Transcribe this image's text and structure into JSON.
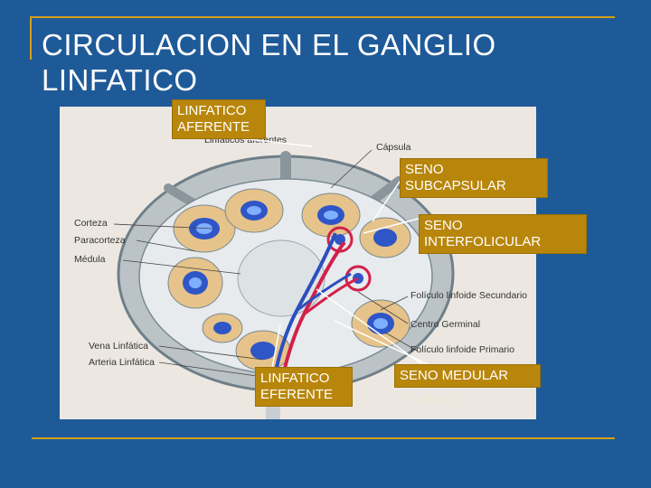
{
  "title": "CIRCULACION EN EL GANGLIO LINFATICO",
  "labels": {
    "afferent": "LINFATICO AFERENTE",
    "subcapsular": "SENO SUBCAPSULAR",
    "interfollicular": "SENO INTERFOLICULAR",
    "efferent": "LINFATICO EFERENTE",
    "medullary": "SENO MEDULAR"
  },
  "figure_labels": {
    "afferent_small": "Linfáticos aferentes",
    "capsule": "Cápsula",
    "cortex": "Corteza",
    "paracortex": "Paracorteza",
    "medulla": "Médula",
    "secondary_follicle": "Folículo linfoide Secundario",
    "germinal_center": "Centro Germinal",
    "primary_follicle": "Folículo linfoide Primario",
    "lymph_vein": "Vena Linfática",
    "lymph_artery": "Arteria Linfática",
    "credit": "I. Algarra"
  },
  "colors": {
    "background": "#1f5a98",
    "accent": "#d4a017",
    "label_box": "#b8860b"
  }
}
